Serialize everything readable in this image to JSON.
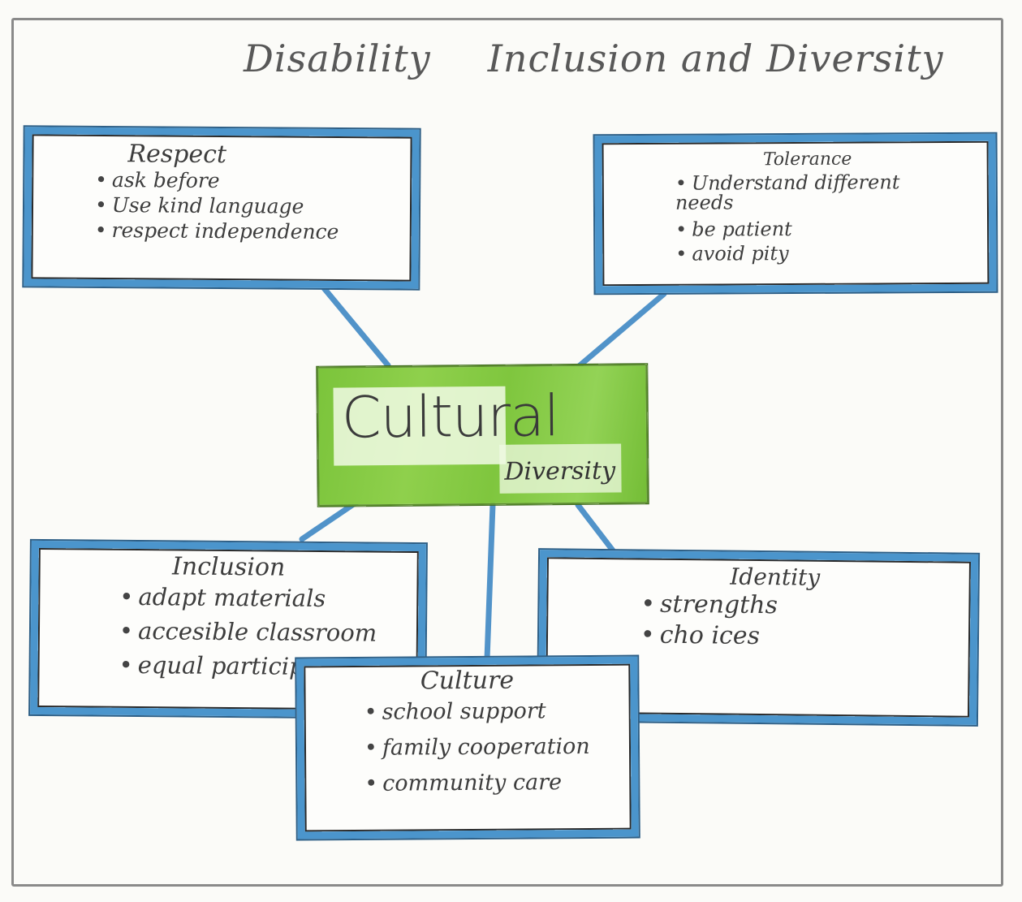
{
  "title": {
    "word1": "Disability",
    "word2": "Inclusion and Diversity"
  },
  "center": {
    "line1": "Cultural",
    "line2": "Diversity",
    "color": "#7fc63e"
  },
  "boxes": {
    "respect": {
      "title": "Respect",
      "items": [
        "ask before",
        "Use kind language",
        "respect independence"
      ]
    },
    "tolerance": {
      "title": "Tolerance",
      "items": [
        "Understand different needs",
        "be patient",
        "avoid pity"
      ]
    },
    "inclusion": {
      "title": "Inclusion",
      "items": [
        "adapt materials",
        "accesible classroom",
        "equal participation"
      ]
    },
    "identity": {
      "title": "Identity",
      "items": [
        "strengths",
        "cho ices"
      ]
    },
    "culture": {
      "title": "Culture",
      "items": [
        "school support",
        "family cooperation",
        "community care"
      ]
    }
  },
  "colors": {
    "box_border": "#4b95cc",
    "connector": "#3f88c5",
    "frame": "#8a8a8a"
  }
}
